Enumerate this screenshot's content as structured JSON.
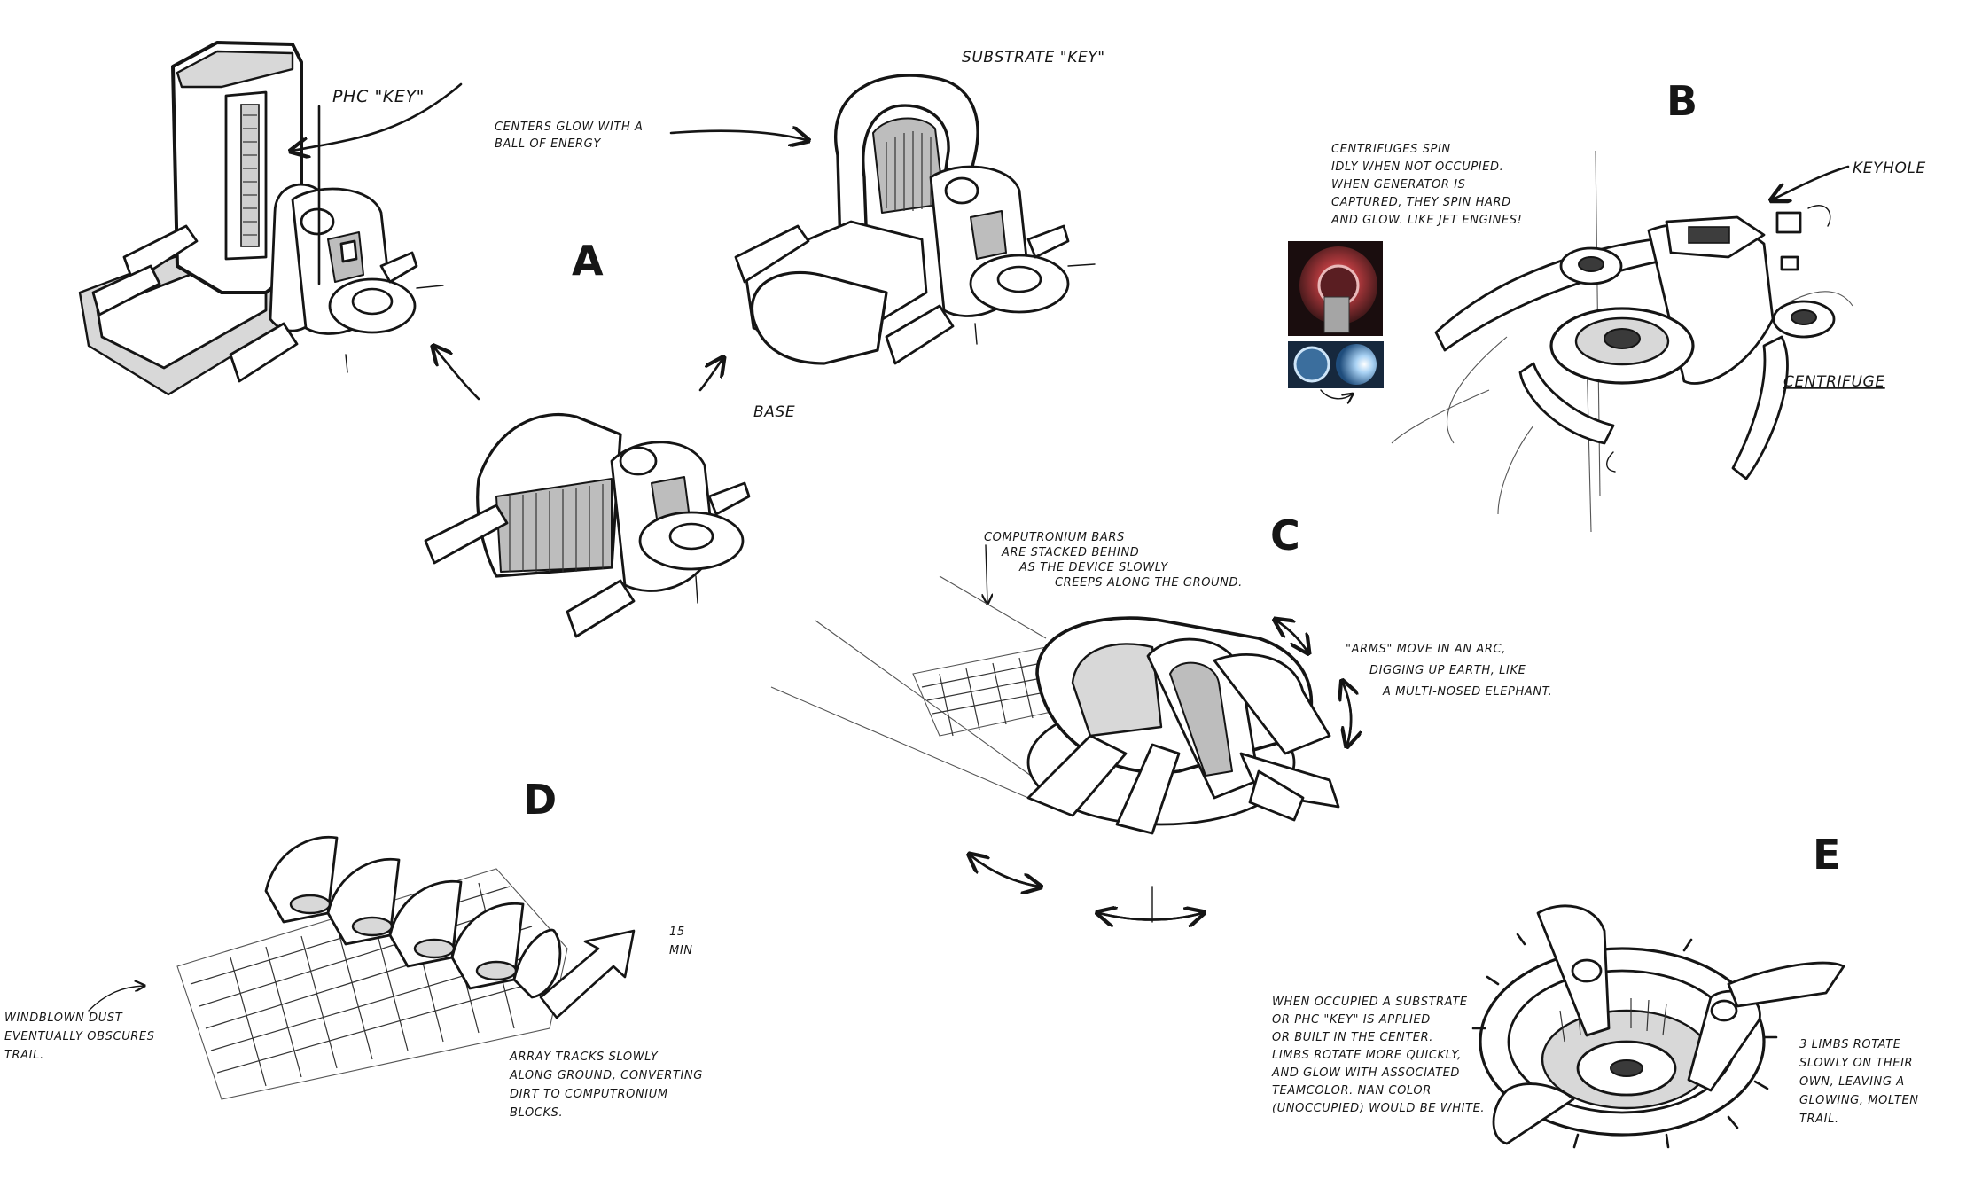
{
  "sections": {
    "a": "A",
    "b": "B",
    "c": "C",
    "d": "D",
    "e": "E"
  },
  "labels": {
    "phc_key": "PHC \"KEY\"",
    "substrate_key": "SUBSTRATE \"KEY\"",
    "base": "BASE",
    "keyhole": "KEYHOLE",
    "centrifuge": "CENTRIFUGE",
    "fifteen_min": [
      "15",
      "MIN"
    ]
  },
  "notes": {
    "centers_glow": [
      "CENTERS GLOW WITH A",
      "BALL OF ENERGY"
    ],
    "centrifuges_spin": [
      "CENTRIFUGES SPIN",
      "IDLY WHEN NOT OCCUPIED.",
      "WHEN GENERATOR IS",
      "CAPTURED, THEY SPIN HARD",
      "AND GLOW. LIKE JET ENGINES!"
    ],
    "computronium_bars": [
      "COMPUTRONIUM BARS",
      "ARE STACKED BEHIND",
      "AS THE DEVICE SLOWLY",
      "CREEPS ALONG THE GROUND."
    ],
    "arms_move": [
      "\"ARMS\" MOVE IN AN ARC,",
      "DIGGING UP EARTH, LIKE",
      "A MULTI-NOSED ELEPHANT."
    ],
    "windblown_dust": [
      "WINDBLOWN DUST",
      "EVENTUALLY OBSCURES",
      "TRAIL."
    ],
    "array_tracks": [
      "ARRAY TRACKS SLOWLY",
      "ALONG GROUND, CONVERTING",
      "DIRT TO COMPUTRONIUM",
      "BLOCKS."
    ],
    "when_occupied": [
      "WHEN OCCUPIED A SUBSTRATE",
      "OR PHC \"KEY\" IS APPLIED",
      "OR BUILT IN THE CENTER.",
      "LIMBS ROTATE MORE QUICKLY,",
      "AND GLOW WITH ASSOCIATED",
      "TEAMCOLOR. NAN COLOR",
      "(UNOCCUPIED) WOULD BE WHITE."
    ],
    "three_limbs": [
      "3 LIMBS ROTATE",
      "SLOWLY ON THEIR",
      "OWN, LEAVING A",
      "GLOWING, MOLTEN",
      "TRAIL."
    ]
  },
  "references": {
    "red_thumbnail_color": "#8a2b2f",
    "blue_thumbnail_color": "#5d8fc2"
  }
}
